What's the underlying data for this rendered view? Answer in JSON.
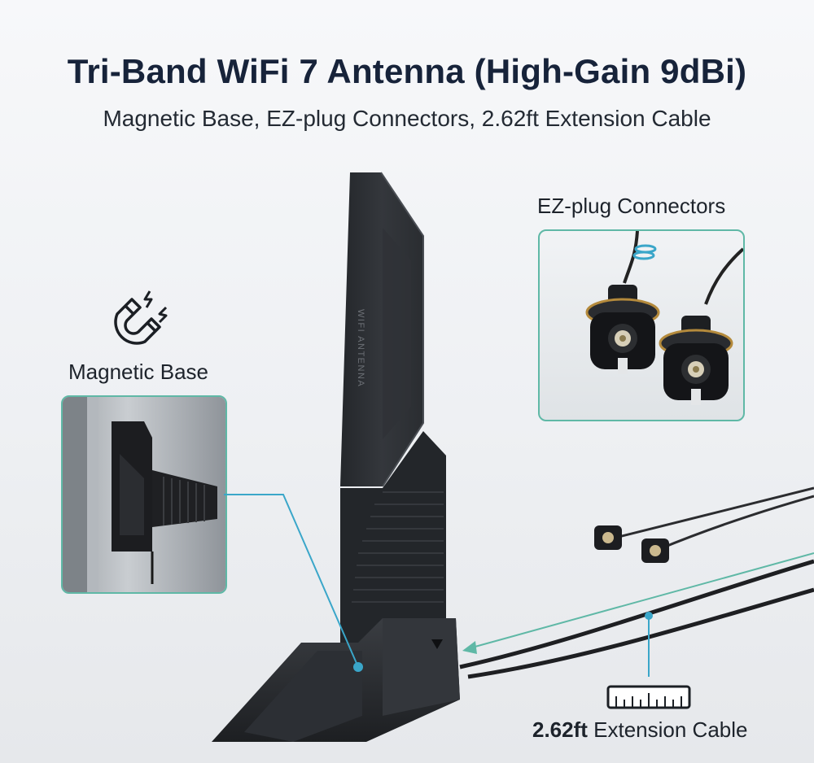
{
  "header": {
    "title": "Tri-Band WiFi 7 Antenna (High-Gain 9dBi)",
    "subtitle": "Magnetic Base, EZ-plug Connectors, 2.62ft Extension Cable"
  },
  "callouts": {
    "ez_plug": "EZ-plug Connectors",
    "magnetic_base": "Magnetic Base",
    "cable_length": "2.62ft",
    "cable_text": " Extension Cable"
  },
  "product": {
    "antenna_print": "WIFI ANTENNA"
  },
  "icons": {
    "magnet": "magnet-icon",
    "ruler": "ruler-icon"
  },
  "colors": {
    "accent": "#3aa6c9",
    "inset_border": "#5fb8a6",
    "antenna": "#2b2e33",
    "title": "#17233a"
  }
}
